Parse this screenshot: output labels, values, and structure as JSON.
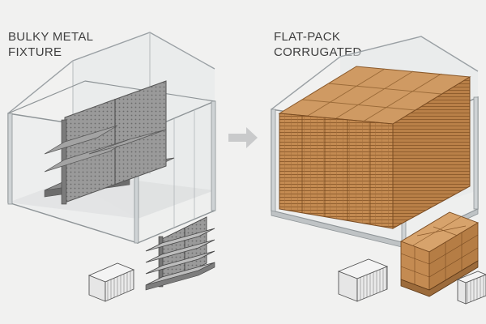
{
  "left_panel": {
    "title_line1": "BULKY METAL",
    "title_line2": "FIXTURE"
  },
  "right_panel": {
    "title_line1": "FLAT-PACK",
    "title_line2": "CORRUGATED"
  },
  "icons": {
    "arrow": "arrow-right-icon",
    "container": "shipping-container-icon",
    "shelf": "metal-shelf-fixture-icon",
    "box": "corrugated-box-icon"
  },
  "colors": {
    "background": "#f1f1f0",
    "cardboard": "#c8935a",
    "metal": "#8c8c8c",
    "container_glass": "#dfe3e6",
    "text": "#3f3f3f"
  }
}
